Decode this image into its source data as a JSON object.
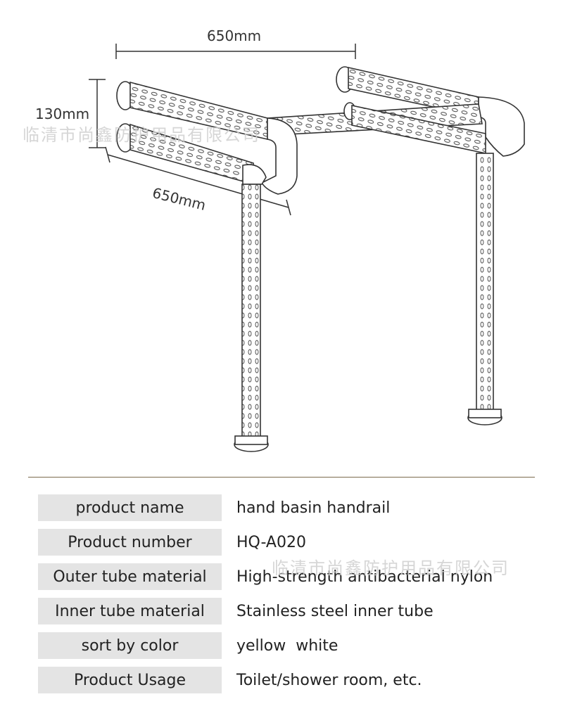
{
  "dimensions": {
    "width_top": "650mm",
    "height": "130mm",
    "width_side": "650mm"
  },
  "watermark": "临清市尚鑫防护用品有限公司",
  "specs": [
    {
      "label": "product name",
      "value": "hand basin handrail"
    },
    {
      "label": "Product number",
      "value": "HQ-A020"
    },
    {
      "label": "Outer tube material",
      "value": "High-strength antibacterial nylon"
    },
    {
      "label": "Inner tube material",
      "value": "Stainless steel inner tube"
    },
    {
      "label": "sort by color",
      "value": "yellow  white"
    },
    {
      "label": "Product Usage",
      "value": "Toilet/shower room, etc."
    }
  ],
  "colors": {
    "label_bg": "#e4e4e4",
    "divider": "#7c6a4e",
    "watermark": "#cfcfcf"
  }
}
